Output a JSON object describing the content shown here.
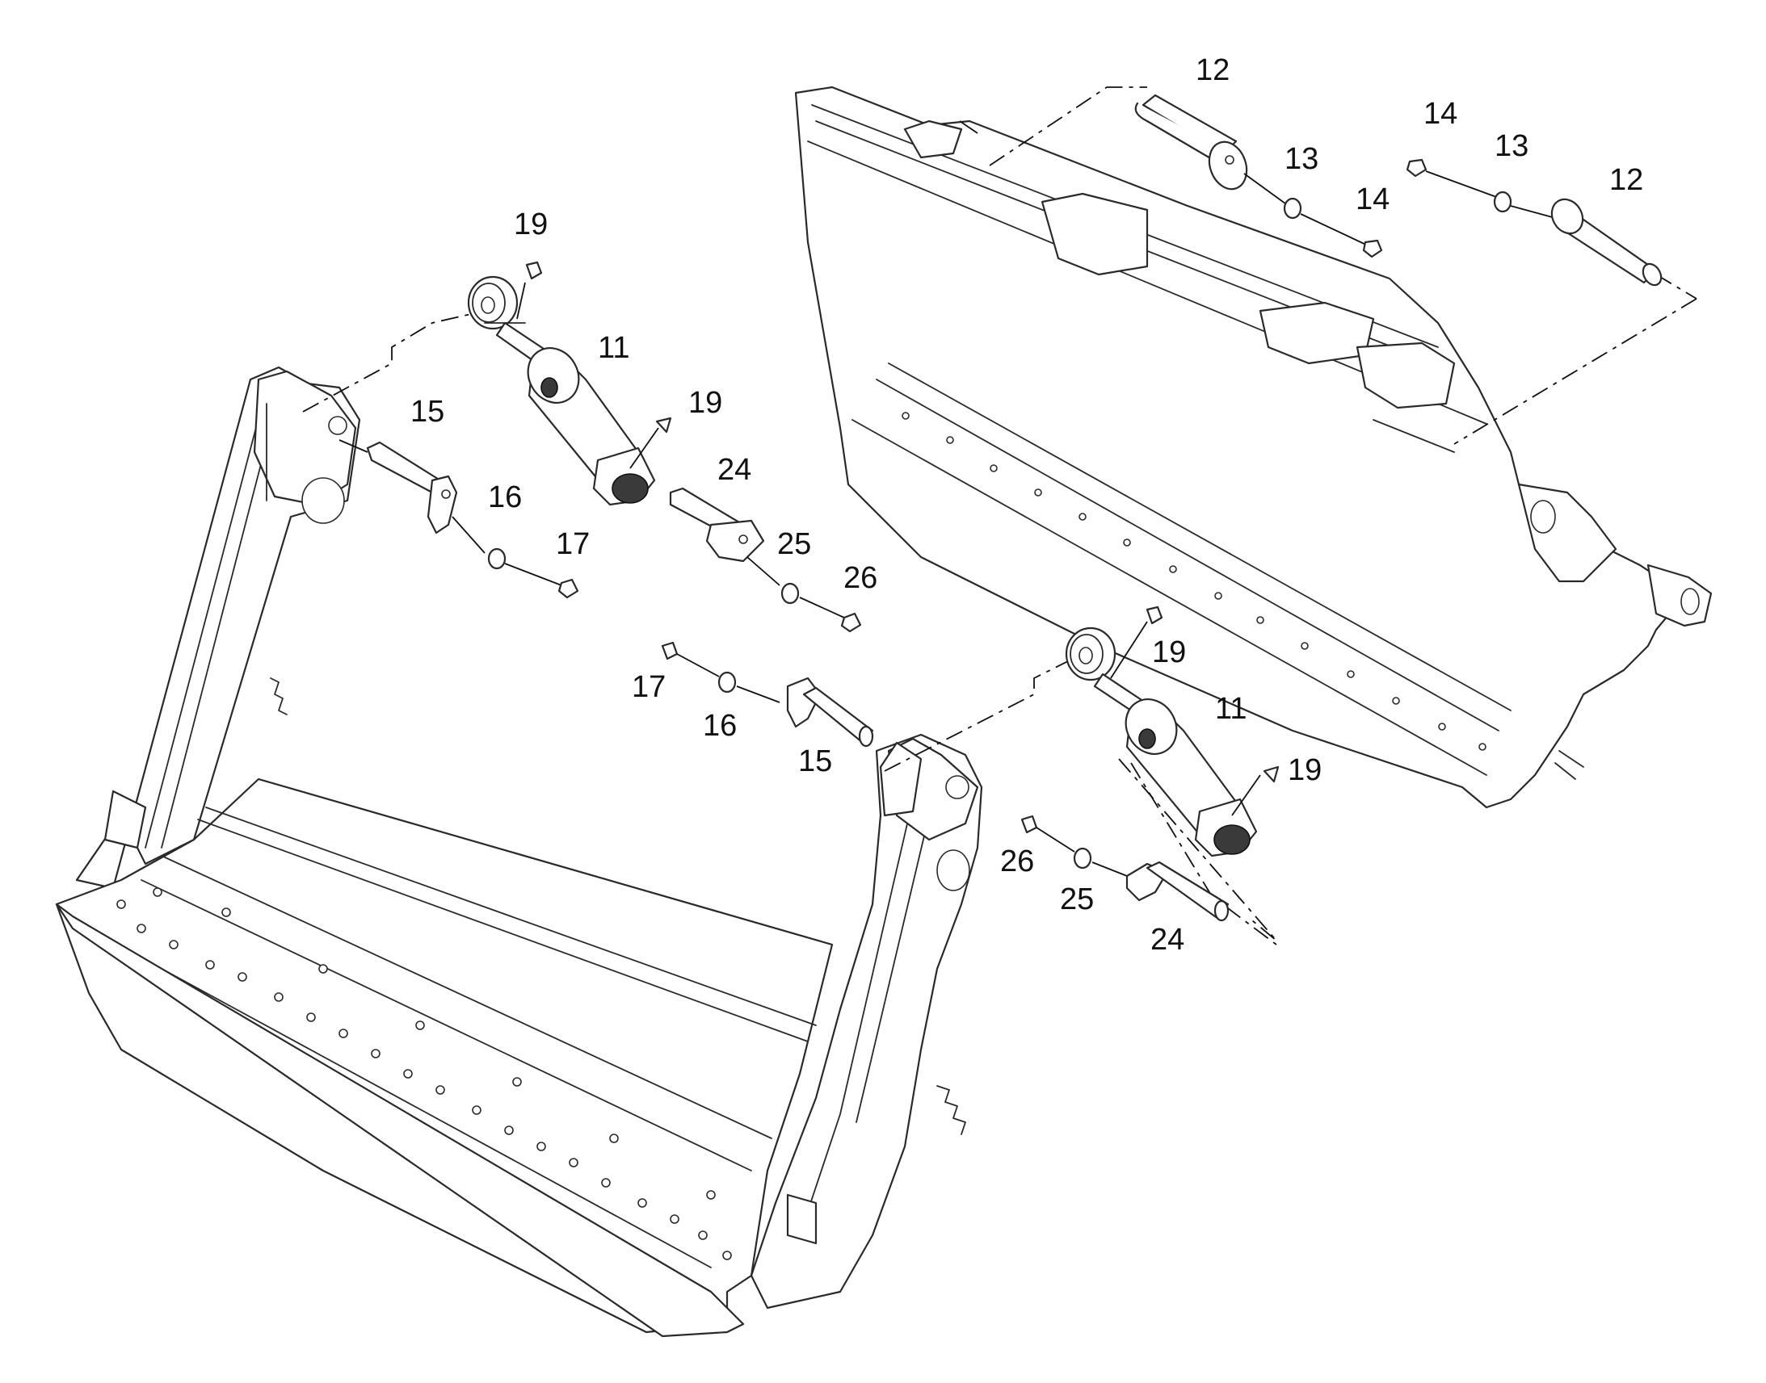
{
  "diagram": {
    "type": "exploded-parts-view",
    "callouts": [
      {
        "id": "c12a",
        "label": "12"
      },
      {
        "id": "c13a",
        "label": "13"
      },
      {
        "id": "c14a",
        "label": "14"
      },
      {
        "id": "c14b",
        "label": "14"
      },
      {
        "id": "c13b",
        "label": "13"
      },
      {
        "id": "c12b",
        "label": "12"
      },
      {
        "id": "c19a",
        "label": "19"
      },
      {
        "id": "c11a",
        "label": "11"
      },
      {
        "id": "c15a",
        "label": "15"
      },
      {
        "id": "c19b",
        "label": "19"
      },
      {
        "id": "c16a",
        "label": "16"
      },
      {
        "id": "c24a",
        "label": "24"
      },
      {
        "id": "c17a",
        "label": "17"
      },
      {
        "id": "c25a",
        "label": "25"
      },
      {
        "id": "c26a",
        "label": "26"
      },
      {
        "id": "c19c",
        "label": "19"
      },
      {
        "id": "c17b",
        "label": "17"
      },
      {
        "id": "c11b",
        "label": "11"
      },
      {
        "id": "c16b",
        "label": "16"
      },
      {
        "id": "c15b",
        "label": "15"
      },
      {
        "id": "c19d",
        "label": "19"
      },
      {
        "id": "c26b",
        "label": "26"
      },
      {
        "id": "c25b",
        "label": "25"
      },
      {
        "id": "c24b",
        "label": "24"
      }
    ]
  }
}
